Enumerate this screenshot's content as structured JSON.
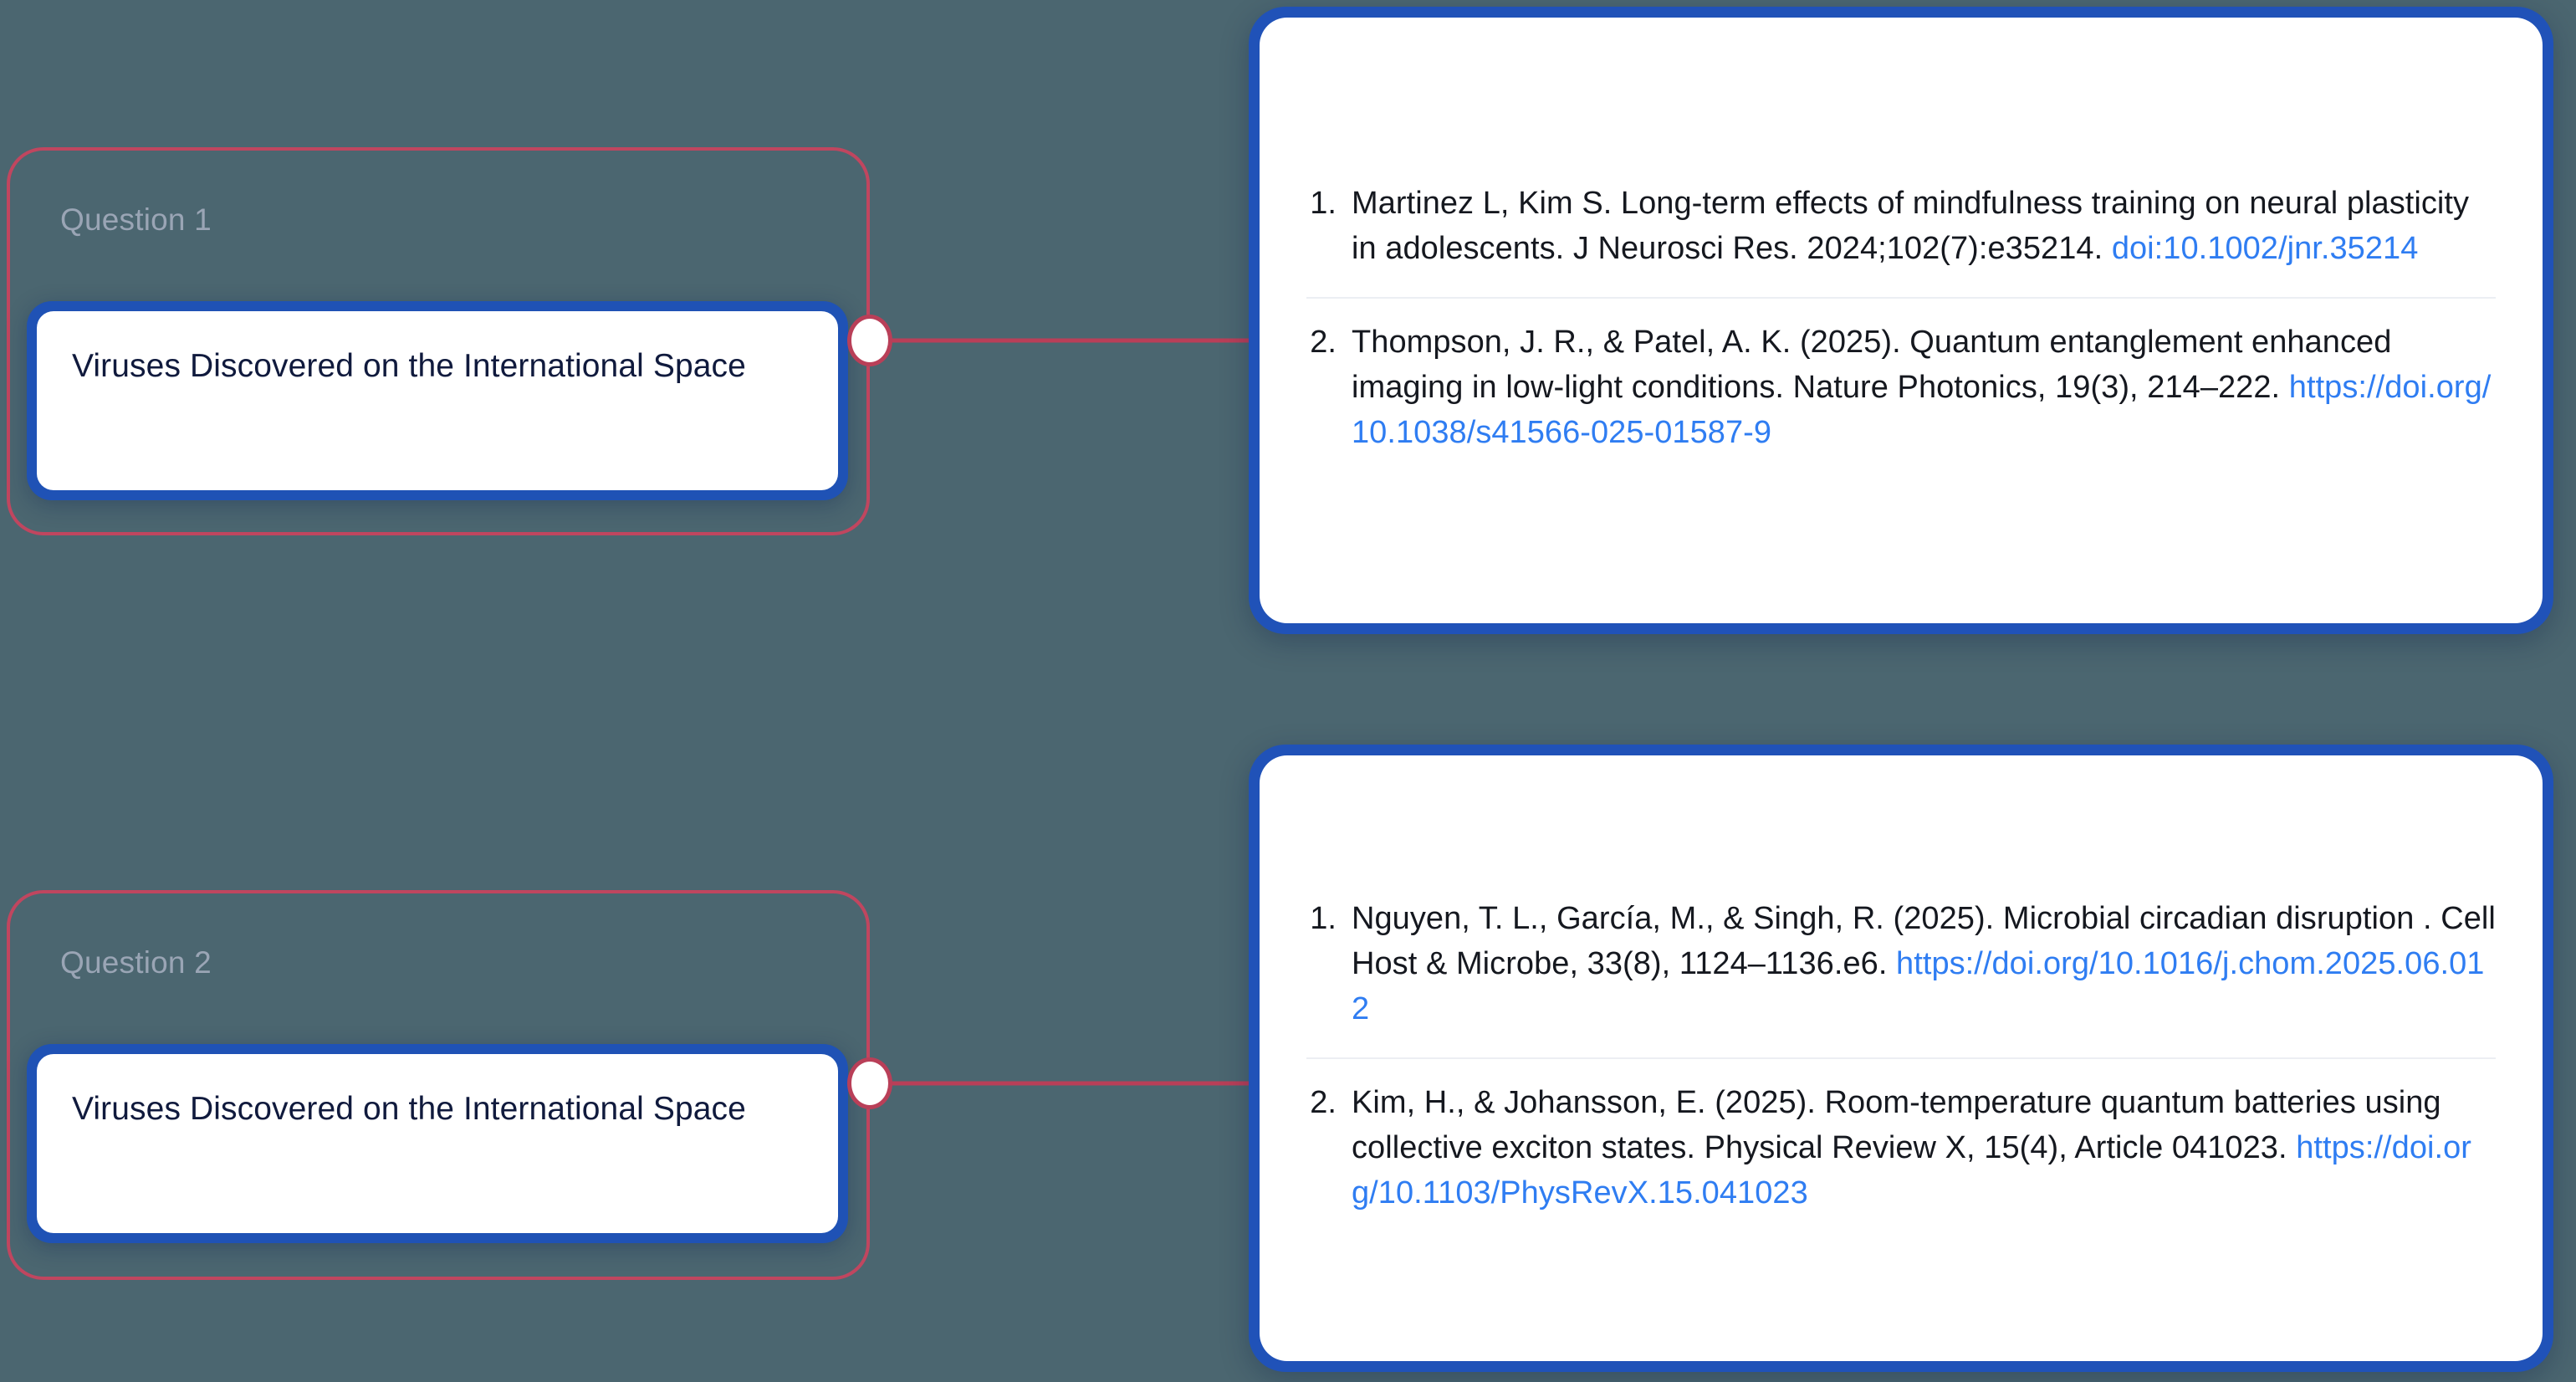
{
  "theme": {
    "background": "#4b6670",
    "group_border": "#c0465f",
    "node_ring": "#1f52b5",
    "card_ring": "#2052b8",
    "node_text": "#101a3d",
    "label_text": "#9aa5b5",
    "citation_text": "#15181f",
    "link": "#2f7df2",
    "divider": "#eceef3",
    "card_surface": "#ffffff"
  },
  "groups": [
    {
      "label": "Question 1",
      "question_text": "Viruses Discovered on the International Space",
      "citations": [
        {
          "marker": "1.",
          "text": "Martinez L, Kim S. Long-term effects of mindfulness training on neural plasticity in adolescents. J Neurosci Res. 2024;102(7):e35214. ",
          "link": "doi:10.1002/jnr.35214"
        },
        {
          "marker": "2.",
          "text": "Thompson, J. R., & Patel, A. K. (2025). Quantum entanglement enhanced imaging in low-light conditions. Nature Photonics, 19(3), 214–222. ",
          "link": "https://doi.org/10.1038/s41566-025-01587-9"
        }
      ]
    },
    {
      "label": "Question 2",
      "question_text": "Viruses Discovered on the International Space",
      "citations": [
        {
          "marker": "1.",
          "text": "Nguyen, T. L., García, M., & Singh, R. (2025). Microbial circadian disruption . Cell Host & Microbe, 33(8), 1124–1136.e6. ",
          "link": "https://doi.org/10.1016/j.chom.2025.06.012"
        },
        {
          "marker": "2.",
          "text": "Kim, H., & Johansson, E. (2025). Room-temperature quantum batteries using collective exciton states. Physical Review X, 15(4), Article 041023. ",
          "link": "https://doi.org/10.1103/PhysRevX.15.041023"
        }
      ]
    }
  ]
}
